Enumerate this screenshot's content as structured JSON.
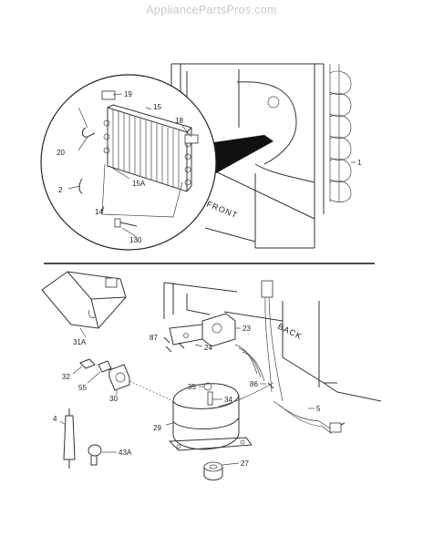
{
  "watermark": "AppliancePartsPros.com",
  "labels": {
    "front": "FRONT",
    "back": "BACK"
  },
  "callouts": {
    "c1": "1",
    "c2": "2",
    "c14": "14",
    "c15": "15",
    "c15a": "15A",
    "c18": "18",
    "c19": "19",
    "c20": "20",
    "c130": "130",
    "c31a": "31A",
    "c87": "87",
    "c23": "23",
    "c24": "24",
    "c32": "32",
    "c55": "55",
    "c30": "30",
    "c86": "86",
    "c35": "35",
    "c34": "34",
    "c5": "5",
    "c4": "4",
    "c29": "29",
    "c27": "27",
    "c43a": "43A"
  }
}
